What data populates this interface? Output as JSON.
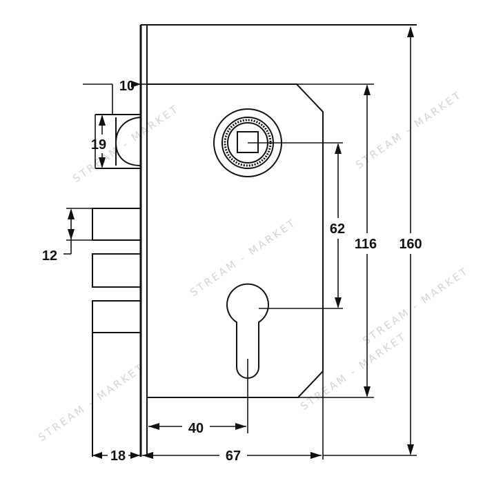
{
  "dimensions": {
    "total_height": "160",
    "plate_height": "116",
    "cylinder_to_spindle": "62",
    "plate_width": "67",
    "backset": "40",
    "faceplate_offset": "18",
    "top_offset": "10",
    "bolt_top_height": "19",
    "bolt_height": "12"
  },
  "watermark": "STREAM - MARKET"
}
